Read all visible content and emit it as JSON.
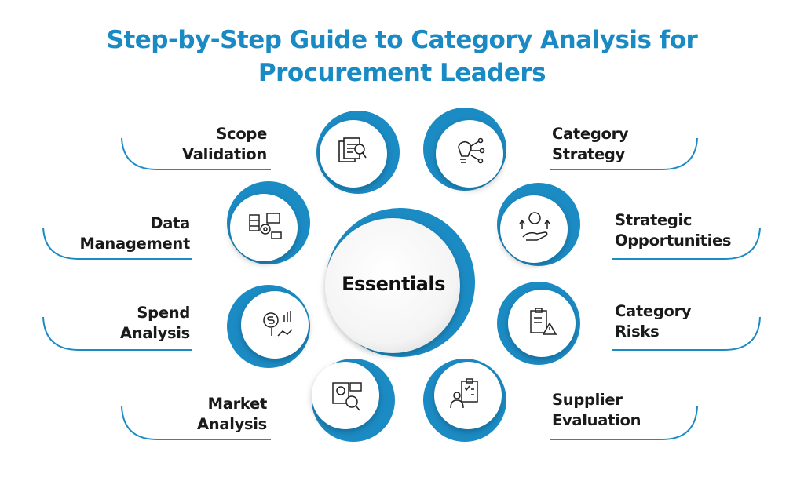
{
  "title": {
    "line1": "Step-by-Step Guide to Category Analysis for",
    "line2": "Procurement Leaders"
  },
  "center": {
    "label": "Essentials"
  },
  "colors": {
    "accent": "#1a8ac4",
    "ring": "#1b8bc4",
    "ring_dark": "#14699a",
    "text": "#1a1a1a"
  },
  "steps": [
    {
      "id": "scope",
      "line1": "Scope",
      "line2": "Validation",
      "icon": "document-magnifier-icon"
    },
    {
      "id": "category-strategy",
      "line1": "Category",
      "line2": "Strategy",
      "icon": "lightbulb-network-icon"
    },
    {
      "id": "data",
      "line1": "Data",
      "line2": "Management",
      "icon": "database-gear-icon"
    },
    {
      "id": "strategic",
      "line1": "Strategic",
      "line2": "Opportunities",
      "icon": "hand-coin-growth-icon"
    },
    {
      "id": "spend",
      "line1": "Spend",
      "line2": "Analysis",
      "icon": "dollar-chart-icon"
    },
    {
      "id": "risks",
      "line1": "Category",
      "line2": "Risks",
      "icon": "clipboard-warning-icon"
    },
    {
      "id": "market",
      "line1": "Market",
      "line2": "Analysis",
      "icon": "report-magnifier-icon"
    },
    {
      "id": "supplier",
      "line1": "Supplier",
      "line2": "Evaluation",
      "icon": "person-checklist-icon"
    }
  ]
}
